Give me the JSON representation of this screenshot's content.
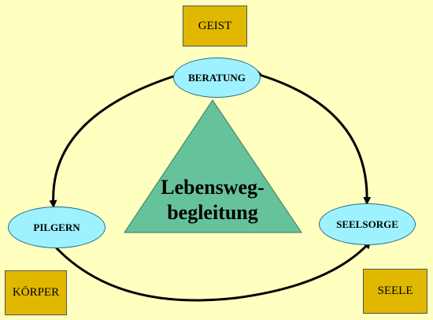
{
  "labels": {
    "geist": "GEIST",
    "koerper": "KÖRPER",
    "seele": "SEELE"
  },
  "nodes": {
    "beratung": "BERATUNG",
    "pilgern": "PILGERN",
    "seelsorge": "SEELSORGE"
  },
  "center": {
    "line1": "Lebensweg-",
    "line2": "begleitung"
  },
  "colors": {
    "background": "#FFFFC0",
    "label_box": "#E0B800",
    "node_fill": "#9EF2FF",
    "triangle": "#66C29A"
  }
}
